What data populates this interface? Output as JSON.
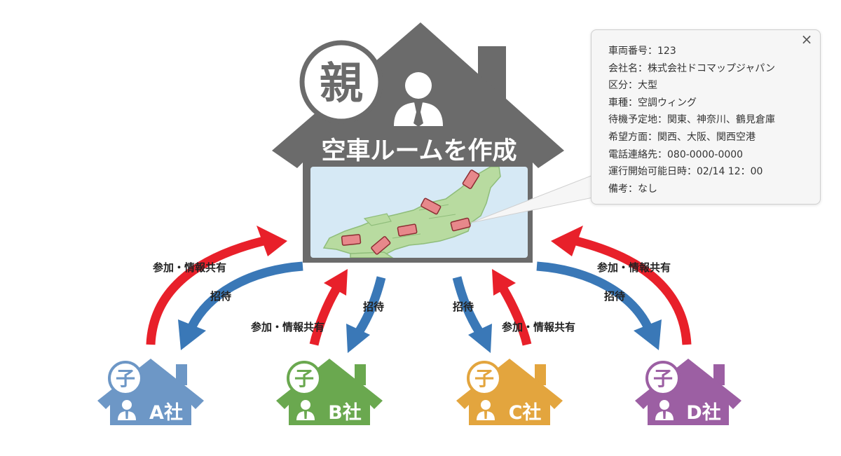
{
  "parent": {
    "badge": "親",
    "title": "空車ルームを作成"
  },
  "popup": {
    "close_glyph": "×",
    "lines": [
      "車両番号：123",
      "会社名：株式会社ドコマップジャパン",
      "区分：大型",
      "車種：空調ウィング",
      "待機予定地：関東、神奈川、鶴見倉庫",
      "希望方面：関西、大阪、関西空港",
      "電話連絡先：080-0000-0000",
      "運行開始可能日時：02/14 12：00",
      "備考：なし"
    ]
  },
  "arrows": {
    "join_label": "参加・情報共有",
    "invite_label": "招待"
  },
  "children": [
    {
      "badge": "子",
      "name": "A社",
      "color": "#6d97c6"
    },
    {
      "badge": "子",
      "name": "B社",
      "color": "#6aa84f"
    },
    {
      "badge": "子",
      "name": "C社",
      "color": "#e3a53e"
    },
    {
      "badge": "子",
      "name": "D社",
      "color": "#9c5fa3"
    }
  ],
  "colors": {
    "parent_house": "#6b6b6b",
    "join_arrow": "#e8202a",
    "invite_arrow": "#3a78b7",
    "map_sea": "#d6e9f5",
    "map_land": "#b8dba0",
    "truck": "#e7888b"
  }
}
